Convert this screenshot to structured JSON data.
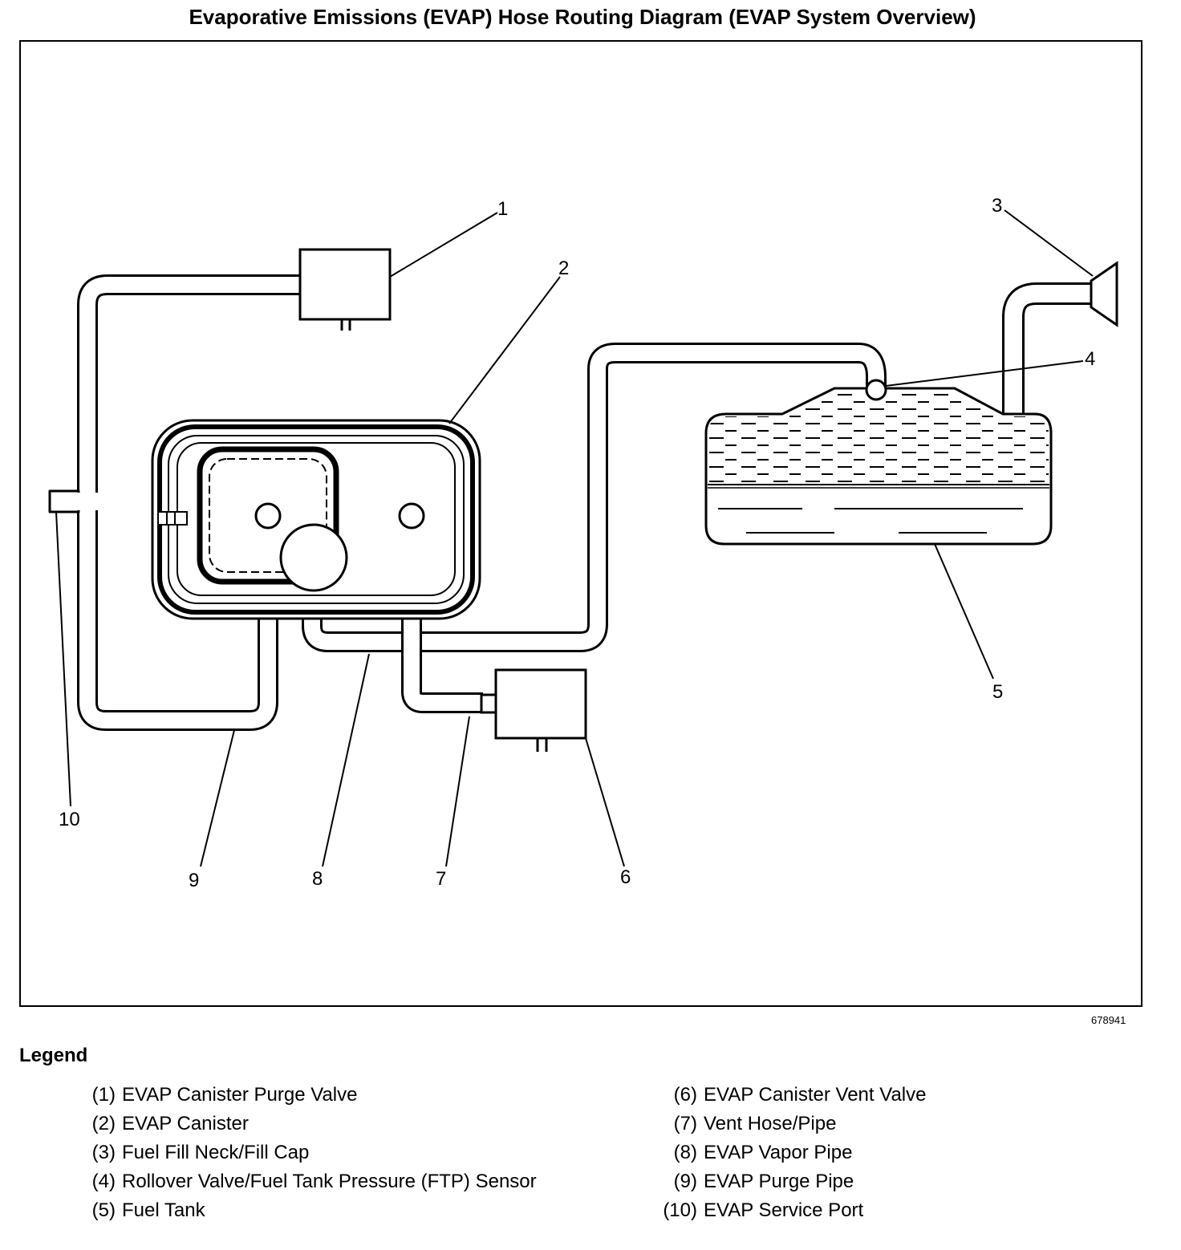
{
  "title": "Evaporative Emissions (EVAP) Hose Routing Diagram (EVAP System Overview)",
  "figure_number": "678941",
  "callouts": {
    "c1": "1",
    "c2": "2",
    "c3": "3",
    "c4": "4",
    "c5": "5",
    "c6": "6",
    "c7": "7",
    "c8": "8",
    "c9": "9",
    "c10": "10"
  },
  "legend": {
    "title": "Legend",
    "left": [
      {
        "num": "(1)",
        "label": "EVAP Canister Purge Valve"
      },
      {
        "num": "(2)",
        "label": "EVAP Canister"
      },
      {
        "num": "(3)",
        "label": "Fuel Fill Neck/Fill Cap"
      },
      {
        "num": "(4)",
        "label": "Rollover Valve/Fuel Tank Pressure (FTP) Sensor"
      },
      {
        "num": "(5)",
        "label": "Fuel Tank"
      }
    ],
    "right": [
      {
        "num": "(6)",
        "label": "EVAP Canister Vent Valve"
      },
      {
        "num": "(7)",
        "label": "Vent Hose/Pipe"
      },
      {
        "num": "(8)",
        "label": "EVAP Vapor Pipe"
      },
      {
        "num": "(9)",
        "label": "EVAP Purge Pipe"
      },
      {
        "num": "(10)",
        "label": "EVAP Service Port"
      }
    ]
  }
}
